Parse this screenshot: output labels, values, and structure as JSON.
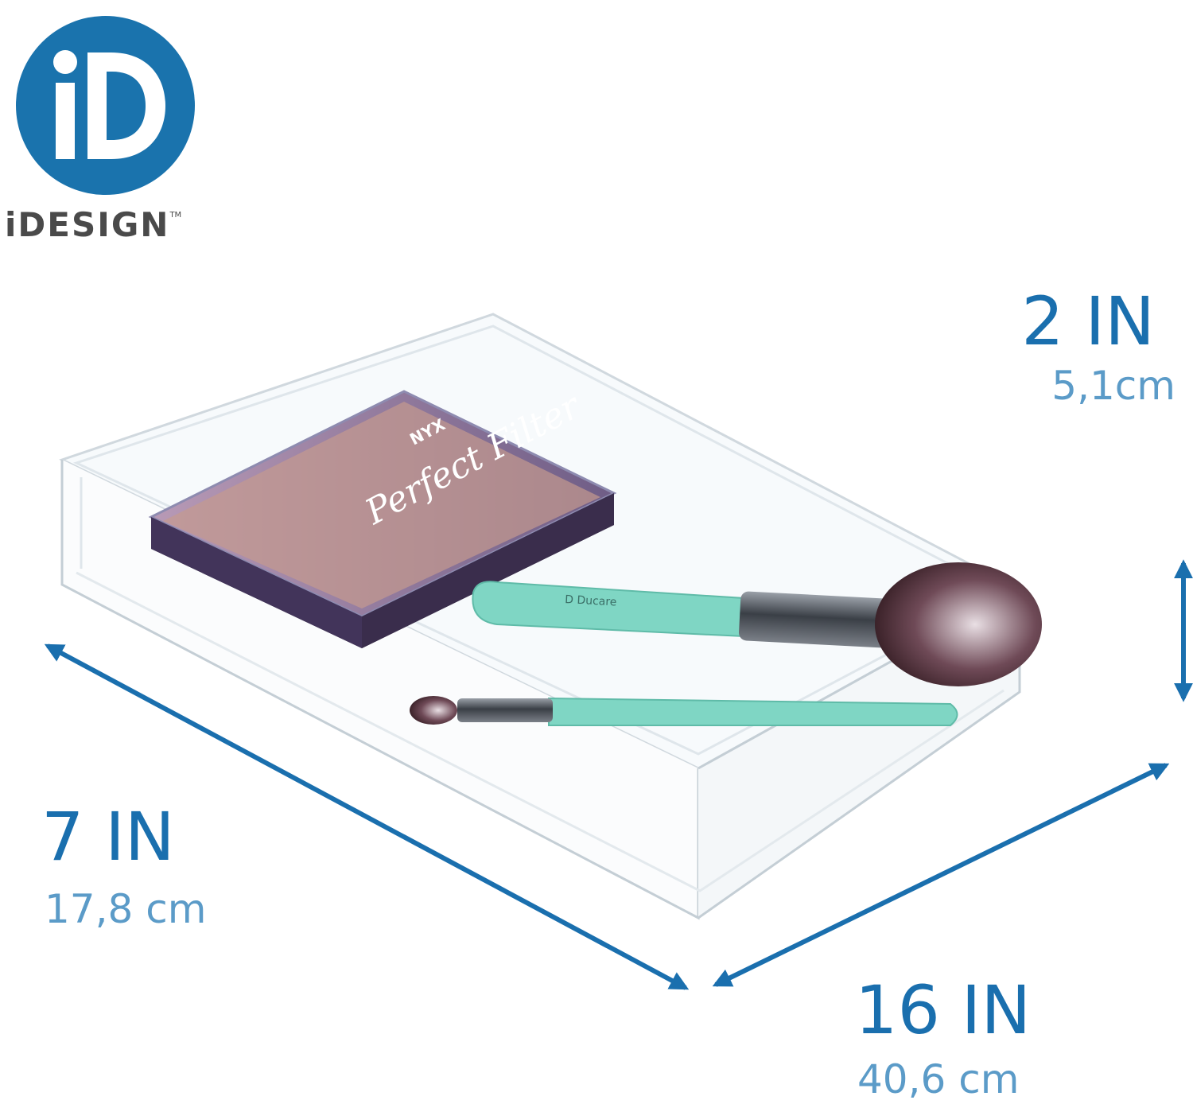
{
  "brand": {
    "name": "iDESIGN",
    "trademark": "TM",
    "logo_mark": "iD",
    "logo_color": "#1a73ad"
  },
  "product": {
    "palette_brand": "NYX",
    "palette_name": "Perfect Filter",
    "brush_brand": "D Ducare"
  },
  "dimensions": {
    "height": {
      "imperial": "2 IN",
      "metric": "5,1cm"
    },
    "depth": {
      "imperial": "7 IN",
      "metric": "17,8 cm"
    },
    "width": {
      "imperial": "16 IN",
      "metric": "40,6 cm"
    }
  },
  "colors": {
    "arrow": "#1a6fae",
    "dimension_text": "#1a6fae",
    "metric_text": "#5b9bc8",
    "tray_edge": "#c9d3da",
    "brush_handle": "#7fd6c4"
  },
  "icons": {
    "height_arrow": "double-arrow-vertical-icon",
    "depth_arrow": "double-arrow-diagonal-icon",
    "width_arrow": "double-arrow-diagonal-icon"
  }
}
